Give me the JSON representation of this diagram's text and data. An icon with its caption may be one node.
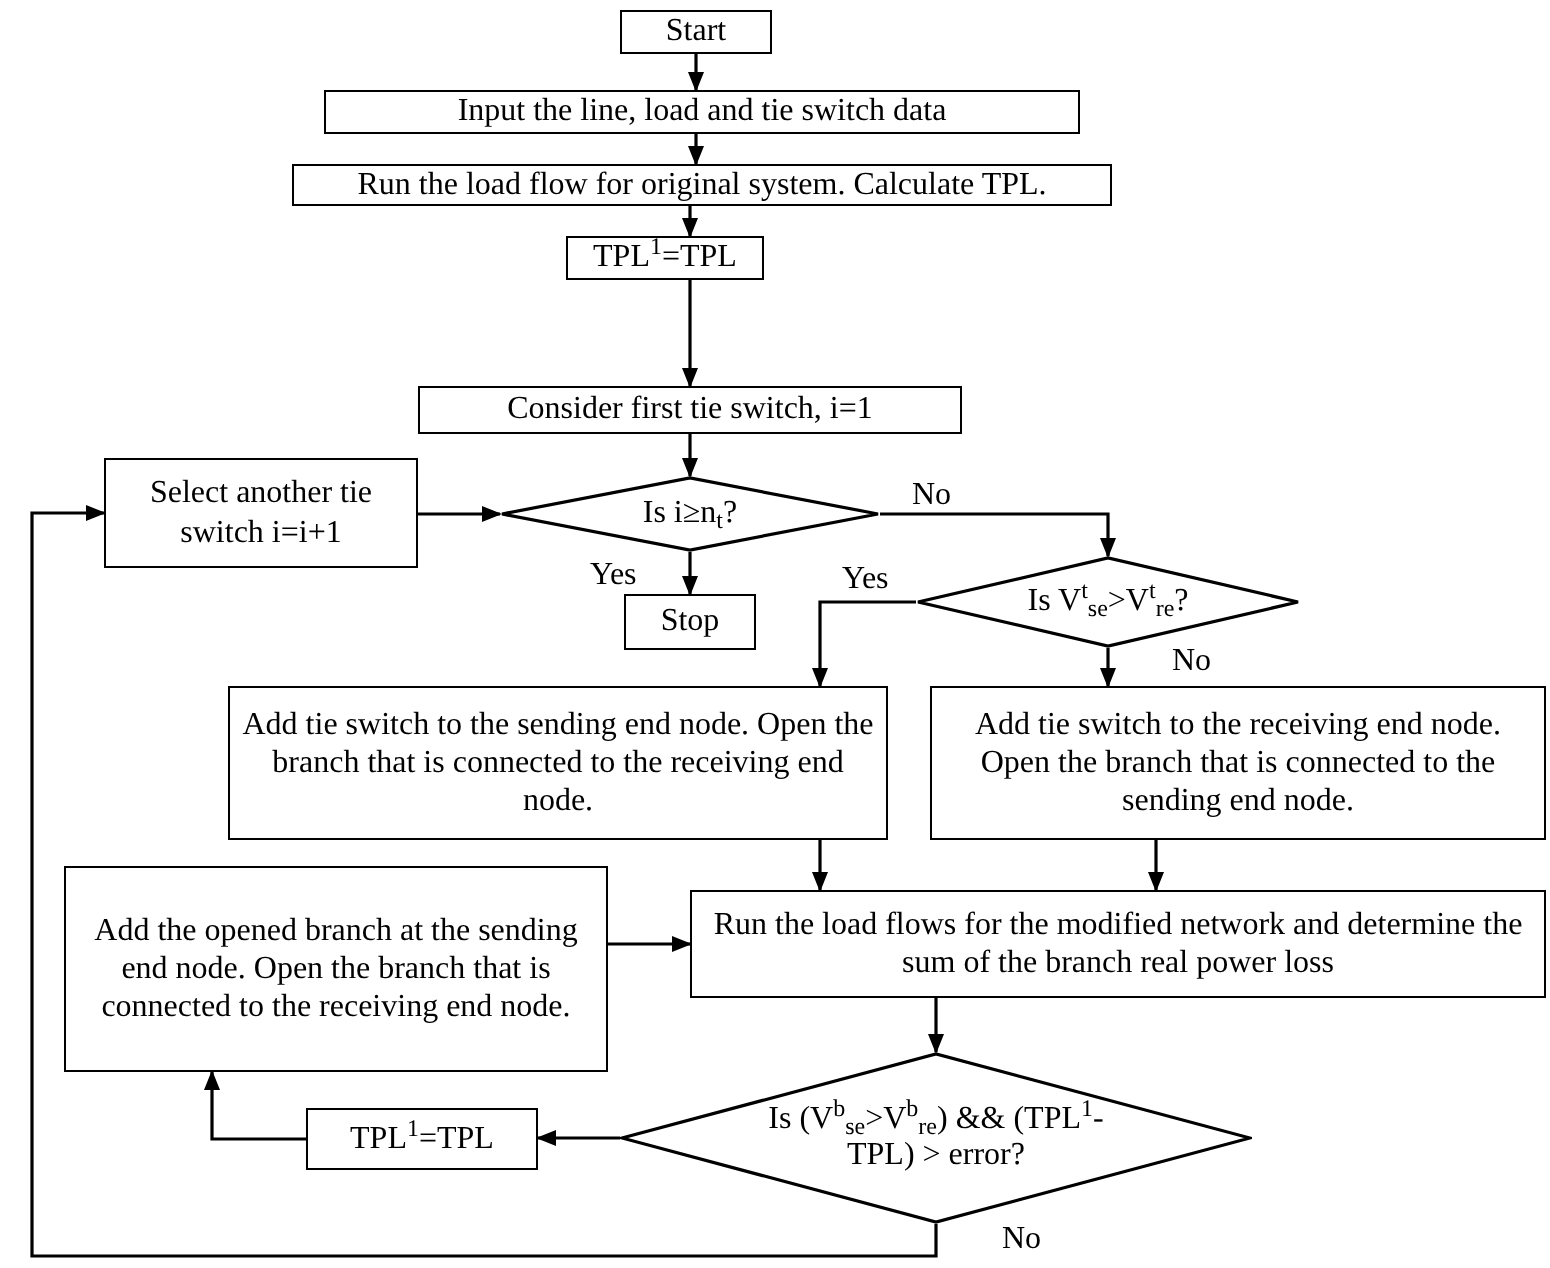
{
  "diagram": {
    "nodes": [
      {
        "text": [
          "Start"
        ]
      },
      {
        "text": [
          "Input the line, load and tie switch data"
        ]
      },
      {
        "text": [
          "Run the load flow for original system. Calculate TPL."
        ]
      },
      {
        "text": [
          "TPL$^{1}$=TPL"
        ]
      },
      {
        "text": [
          "Consider first tie switch, i=1"
        ]
      },
      {
        "text": [
          "Select another tie switch i=i+1"
        ]
      },
      {
        "text": [
          "Is i≥n$_{t}$?"
        ]
      },
      {
        "text": [
          "Stop"
        ]
      },
      {
        "text": [
          "Is V$^{t}$$_{se}$>V$^{t}$$_{re}$?"
        ]
      },
      {
        "text": [
          "Add tie switch to the sending end node. Open the branch that is connected to the receiving end node."
        ]
      },
      {
        "text": [
          "Add tie switch to the receiving end node. Open the branch that is connected to the sending end node."
        ]
      },
      {
        "text": [
          "Add the opened branch at the sending end node. Open the branch that is connected to the receiving end node."
        ]
      },
      {
        "text": [
          "Run the load flows for the modified network and determine the sum of the branch real power loss"
        ]
      },
      {
        "text": [
          "Is (V$^{b}$$_{se}$>V$^{b}$$_{re}$) && (TPL$^{1}$-TPL) > error?"
        ]
      },
      {
        "text": [
          "TPL$^{1}$=TPL"
        ]
      }
    ],
    "edges": [
      {
        "from": 0,
        "to": 1,
        "arrow": "to"
      },
      {
        "from": 1,
        "to": 2,
        "arrow": "to"
      },
      {
        "from": 2,
        "to": 3,
        "arrow": "to"
      },
      {
        "from": 3,
        "to": 4,
        "arrow": "to"
      },
      {
        "from": 4,
        "to": 6,
        "arrow": "to"
      },
      {
        "from": 5,
        "to": 6,
        "arrow": "to"
      },
      {
        "from": 6,
        "to": 8,
        "arrow": "to",
        "label": "No"
      },
      {
        "from": 6,
        "to": 7,
        "arrow": "to",
        "label": "Yes"
      },
      {
        "from": 8,
        "to": 9,
        "arrow": "to",
        "label": "Yes"
      },
      {
        "from": 8,
        "to": 10,
        "arrow": "to",
        "label": "No"
      },
      {
        "from": 9,
        "to": 12,
        "arrow": "to"
      },
      {
        "from": 10,
        "to": 12,
        "arrow": "to"
      },
      {
        "from": 11,
        "to": 12,
        "arrow": "to"
      },
      {
        "from": 12,
        "to": 13,
        "arrow": "to"
      },
      {
        "from": 13,
        "to": 14,
        "arrow": "to"
      },
      {
        "from": 14,
        "to": 11,
        "arrow": "to"
      },
      {
        "from": 13,
        "to": 5,
        "arrow": "to",
        "label": "No"
      }
    ]
  }
}
